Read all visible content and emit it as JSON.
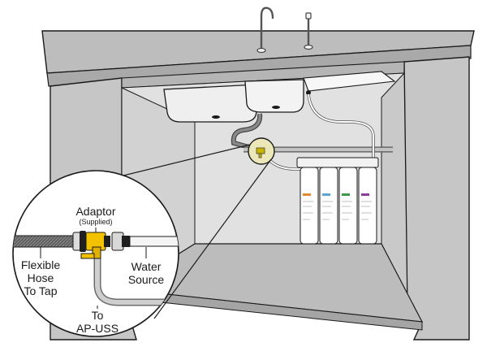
{
  "labels": {
    "adaptor": "Adaptor",
    "supplied": "(Supplied)",
    "flexible_hose_line1": "Flexible",
    "flexible_hose_line2": "Hose",
    "flexible_hose_line3": "To Tap",
    "water_source_line1": "Water",
    "water_source_line2": "Source",
    "to_line1": "To",
    "to_line2": "AP-USS"
  },
  "colors": {
    "cabinet_front": "#c8c8c8",
    "cabinet_interior": "#dcdcdc",
    "countertop": "#bdbdbd",
    "adaptor_yellow": "#f2c200",
    "braided_hose": "#6e6e6e",
    "callout_fill": "#ece7b8",
    "cartridge_accents": [
      "#e28a2a",
      "#5aa6d8",
      "#3c9b4a",
      "#8e3a9e"
    ]
  },
  "icons": {
    "faucet": "faucet-icon",
    "filter_cartridges": "filter-cartridge-icon"
  }
}
